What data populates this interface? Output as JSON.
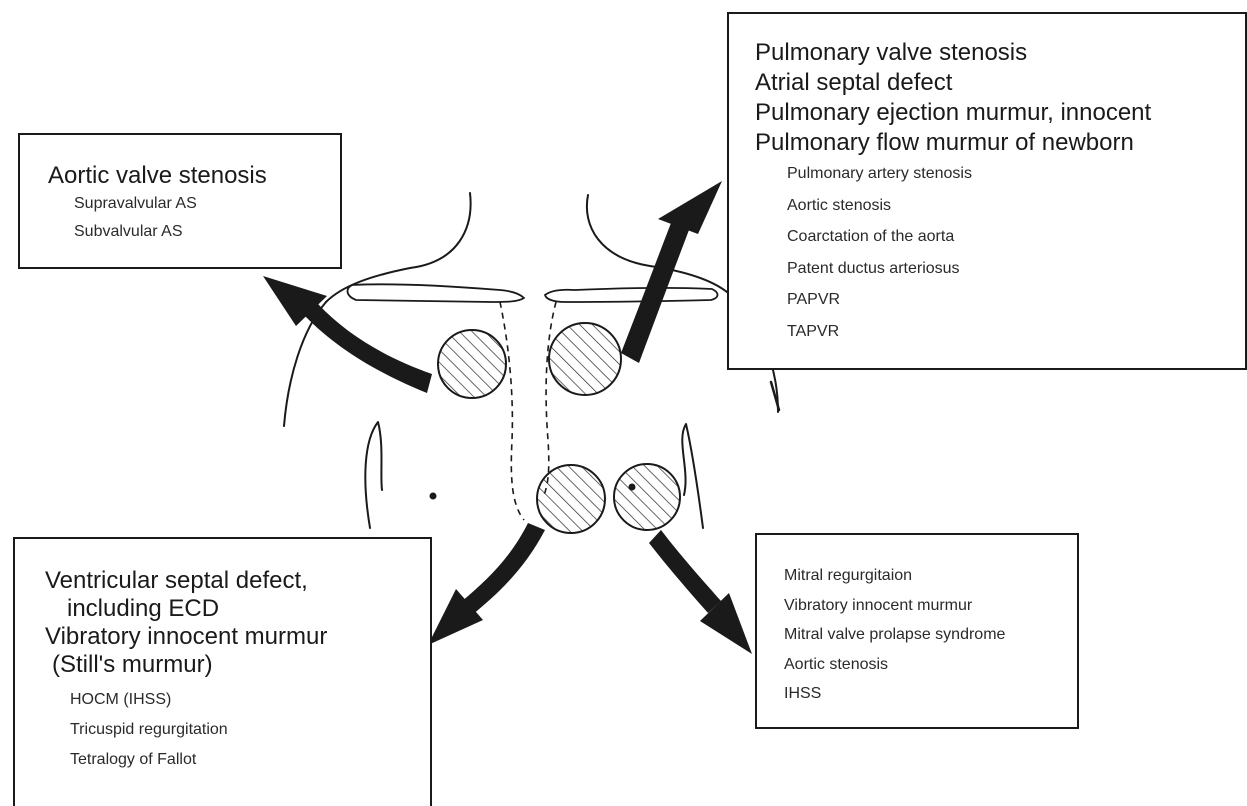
{
  "aortic_area": {
    "primary": [
      "Aortic valve stenosis"
    ],
    "secondary": [
      "Supravalvular  AS",
      "Subvalvular  AS"
    ]
  },
  "pulmonic_area": {
    "primary": [
      "Pulmonary valve stenosis",
      "Atrial septal defect",
      "Pulmonary ejection murmur, innocent",
      "Pulmonary flow murmur of newborn"
    ],
    "secondary": [
      "Pulmonary artery stenosis",
      "Aortic stenosis",
      "Coarctation of the aorta",
      "Patent ductus arteriosus",
      "PAPVR",
      "TAPVR"
    ]
  },
  "tricuspid_area": {
    "primary": [
      "Ventricular septal defect,",
      "including ECD",
      "Vibratory innocent murmur",
      "(Still's murmur)"
    ],
    "secondary": [
      "HOCM (IHSS)",
      "Tricuspid regurgitation",
      "Tetralogy of Fallot"
    ]
  },
  "mitral_area": {
    "secondary": [
      "Mitral regurgitaion",
      "Vibratory innocent murmur",
      "Mitral valve prolapse syndrome",
      "Aortic stenosis",
      "IHSS"
    ]
  },
  "colors": {
    "ink": "#1a1a1a",
    "paper": "#ffffff"
  }
}
